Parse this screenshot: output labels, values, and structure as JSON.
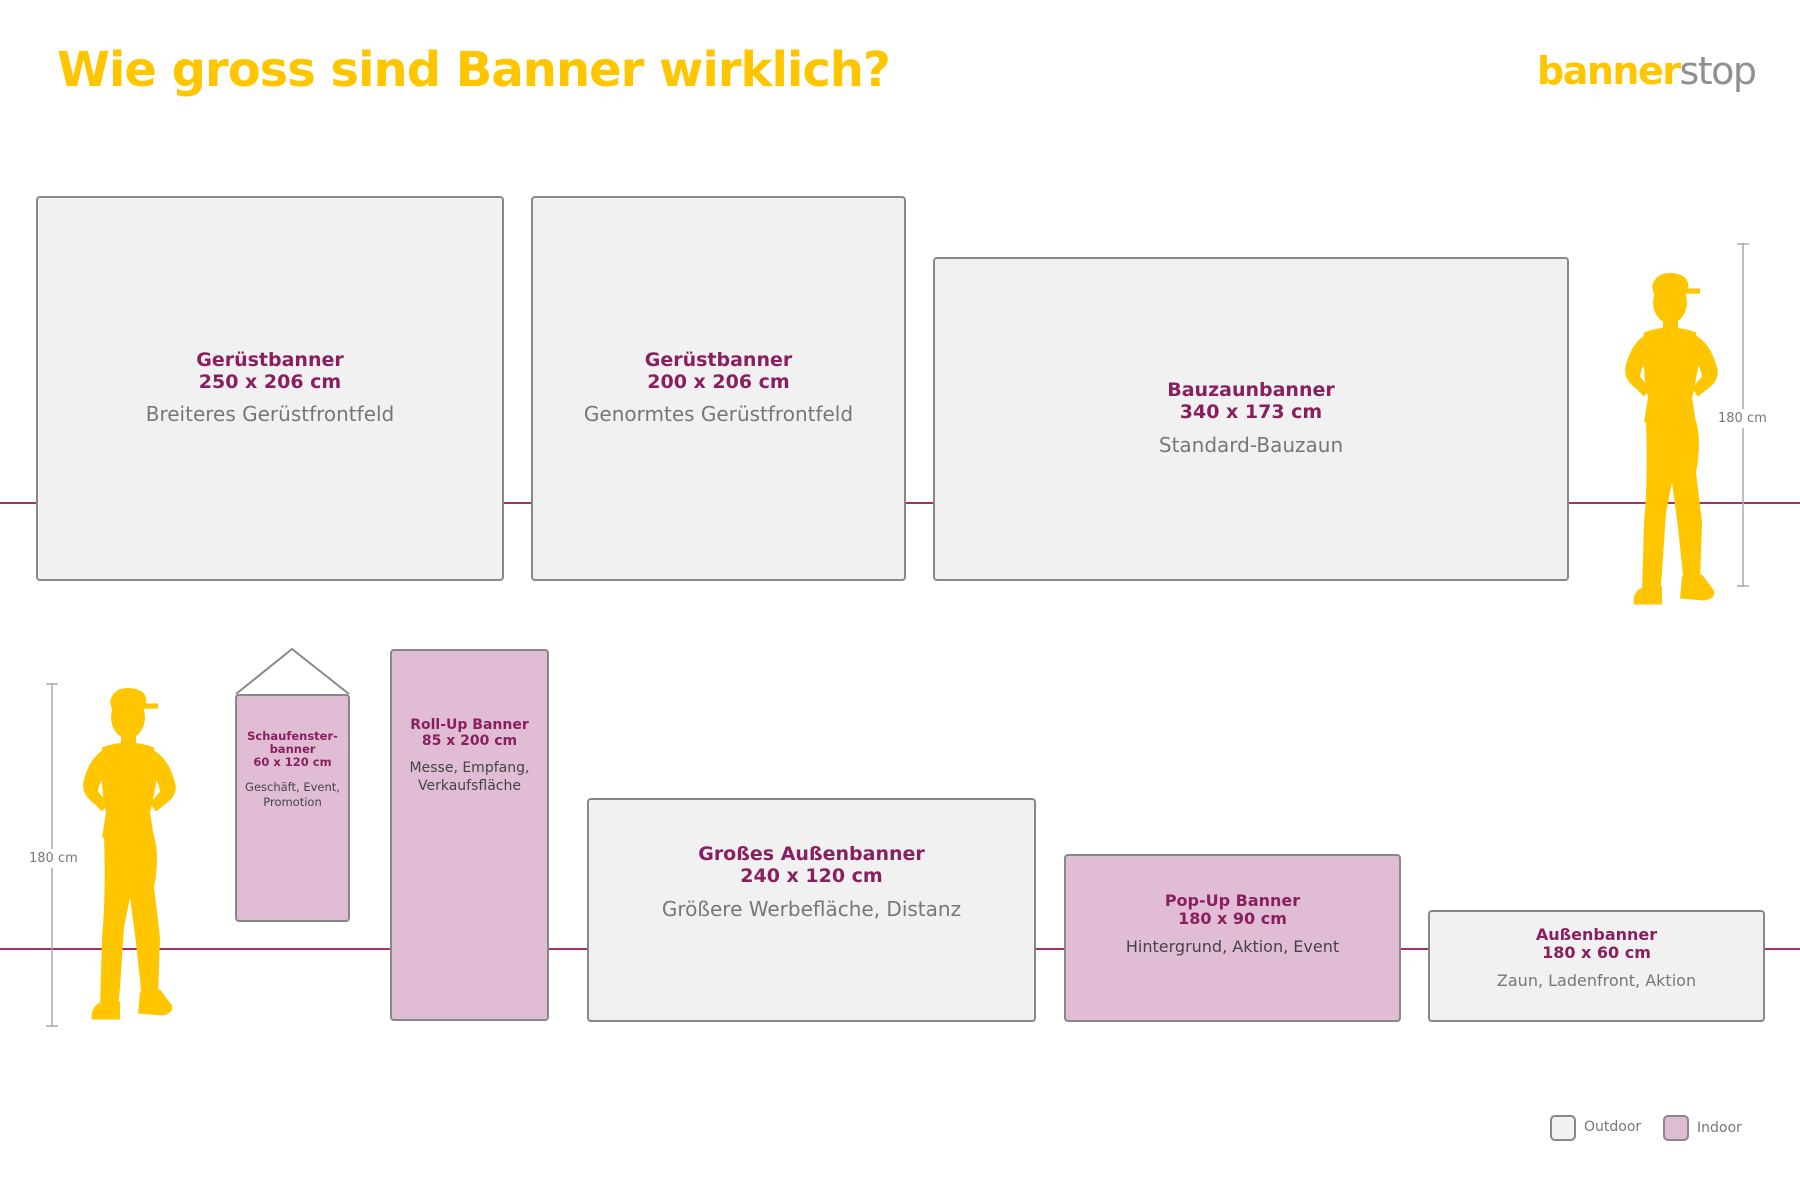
{
  "header": {
    "title": "Wie gross sind Banner wirklich?",
    "logo_part1": "banner",
    "logo_part2": "stop"
  },
  "banners": [
    {
      "name": "Gerüstbanner",
      "size": "250 x 206 cm",
      "desc": "Breiteres Gerüstfrontfeld",
      "type": "outdoor"
    },
    {
      "name": "Gerüstbanner",
      "size": "200 x 206 cm",
      "desc": "Genormtes Gerüstfrontfeld",
      "type": "outdoor"
    },
    {
      "name": "Bauzaunbanner",
      "size": "340 x 173 cm",
      "desc": "Standard-Bauzaun",
      "type": "outdoor"
    },
    {
      "name": "Schaufenster-\nbanner",
      "size": "60 x 120 cm",
      "desc": "Geschäft, Event,\nPromotion",
      "type": "indoor"
    },
    {
      "name": "Roll-Up Banner",
      "size": "85 x 200 cm",
      "desc": "Messe, Empfang,\nVerkaufsfläche",
      "type": "indoor"
    },
    {
      "name": "Großes Außenbanner",
      "size": "240 x 120 cm",
      "desc": "Größere Werbefläche, Distanz",
      "type": "outdoor"
    },
    {
      "name": "Pop-Up Banner",
      "size": "180 x 90 cm",
      "desc": "Hintergrund, Aktion, Event",
      "type": "indoor"
    },
    {
      "name": "Außenbanner",
      "size": "180 x 60 cm",
      "desc": "Zaun, Ladenfront, Aktion",
      "type": "outdoor"
    }
  ],
  "person_height_label": "180 cm",
  "legend": {
    "outdoor": "Outdoor",
    "indoor": "Indoor"
  },
  "colors": {
    "accent_yellow": "#FFC600",
    "text_magenta": "#8A1F5F",
    "line_magenta": "#A0306E",
    "outdoor_fill": "#F1F1F1",
    "indoor_fill": "#E0BDD5"
  }
}
